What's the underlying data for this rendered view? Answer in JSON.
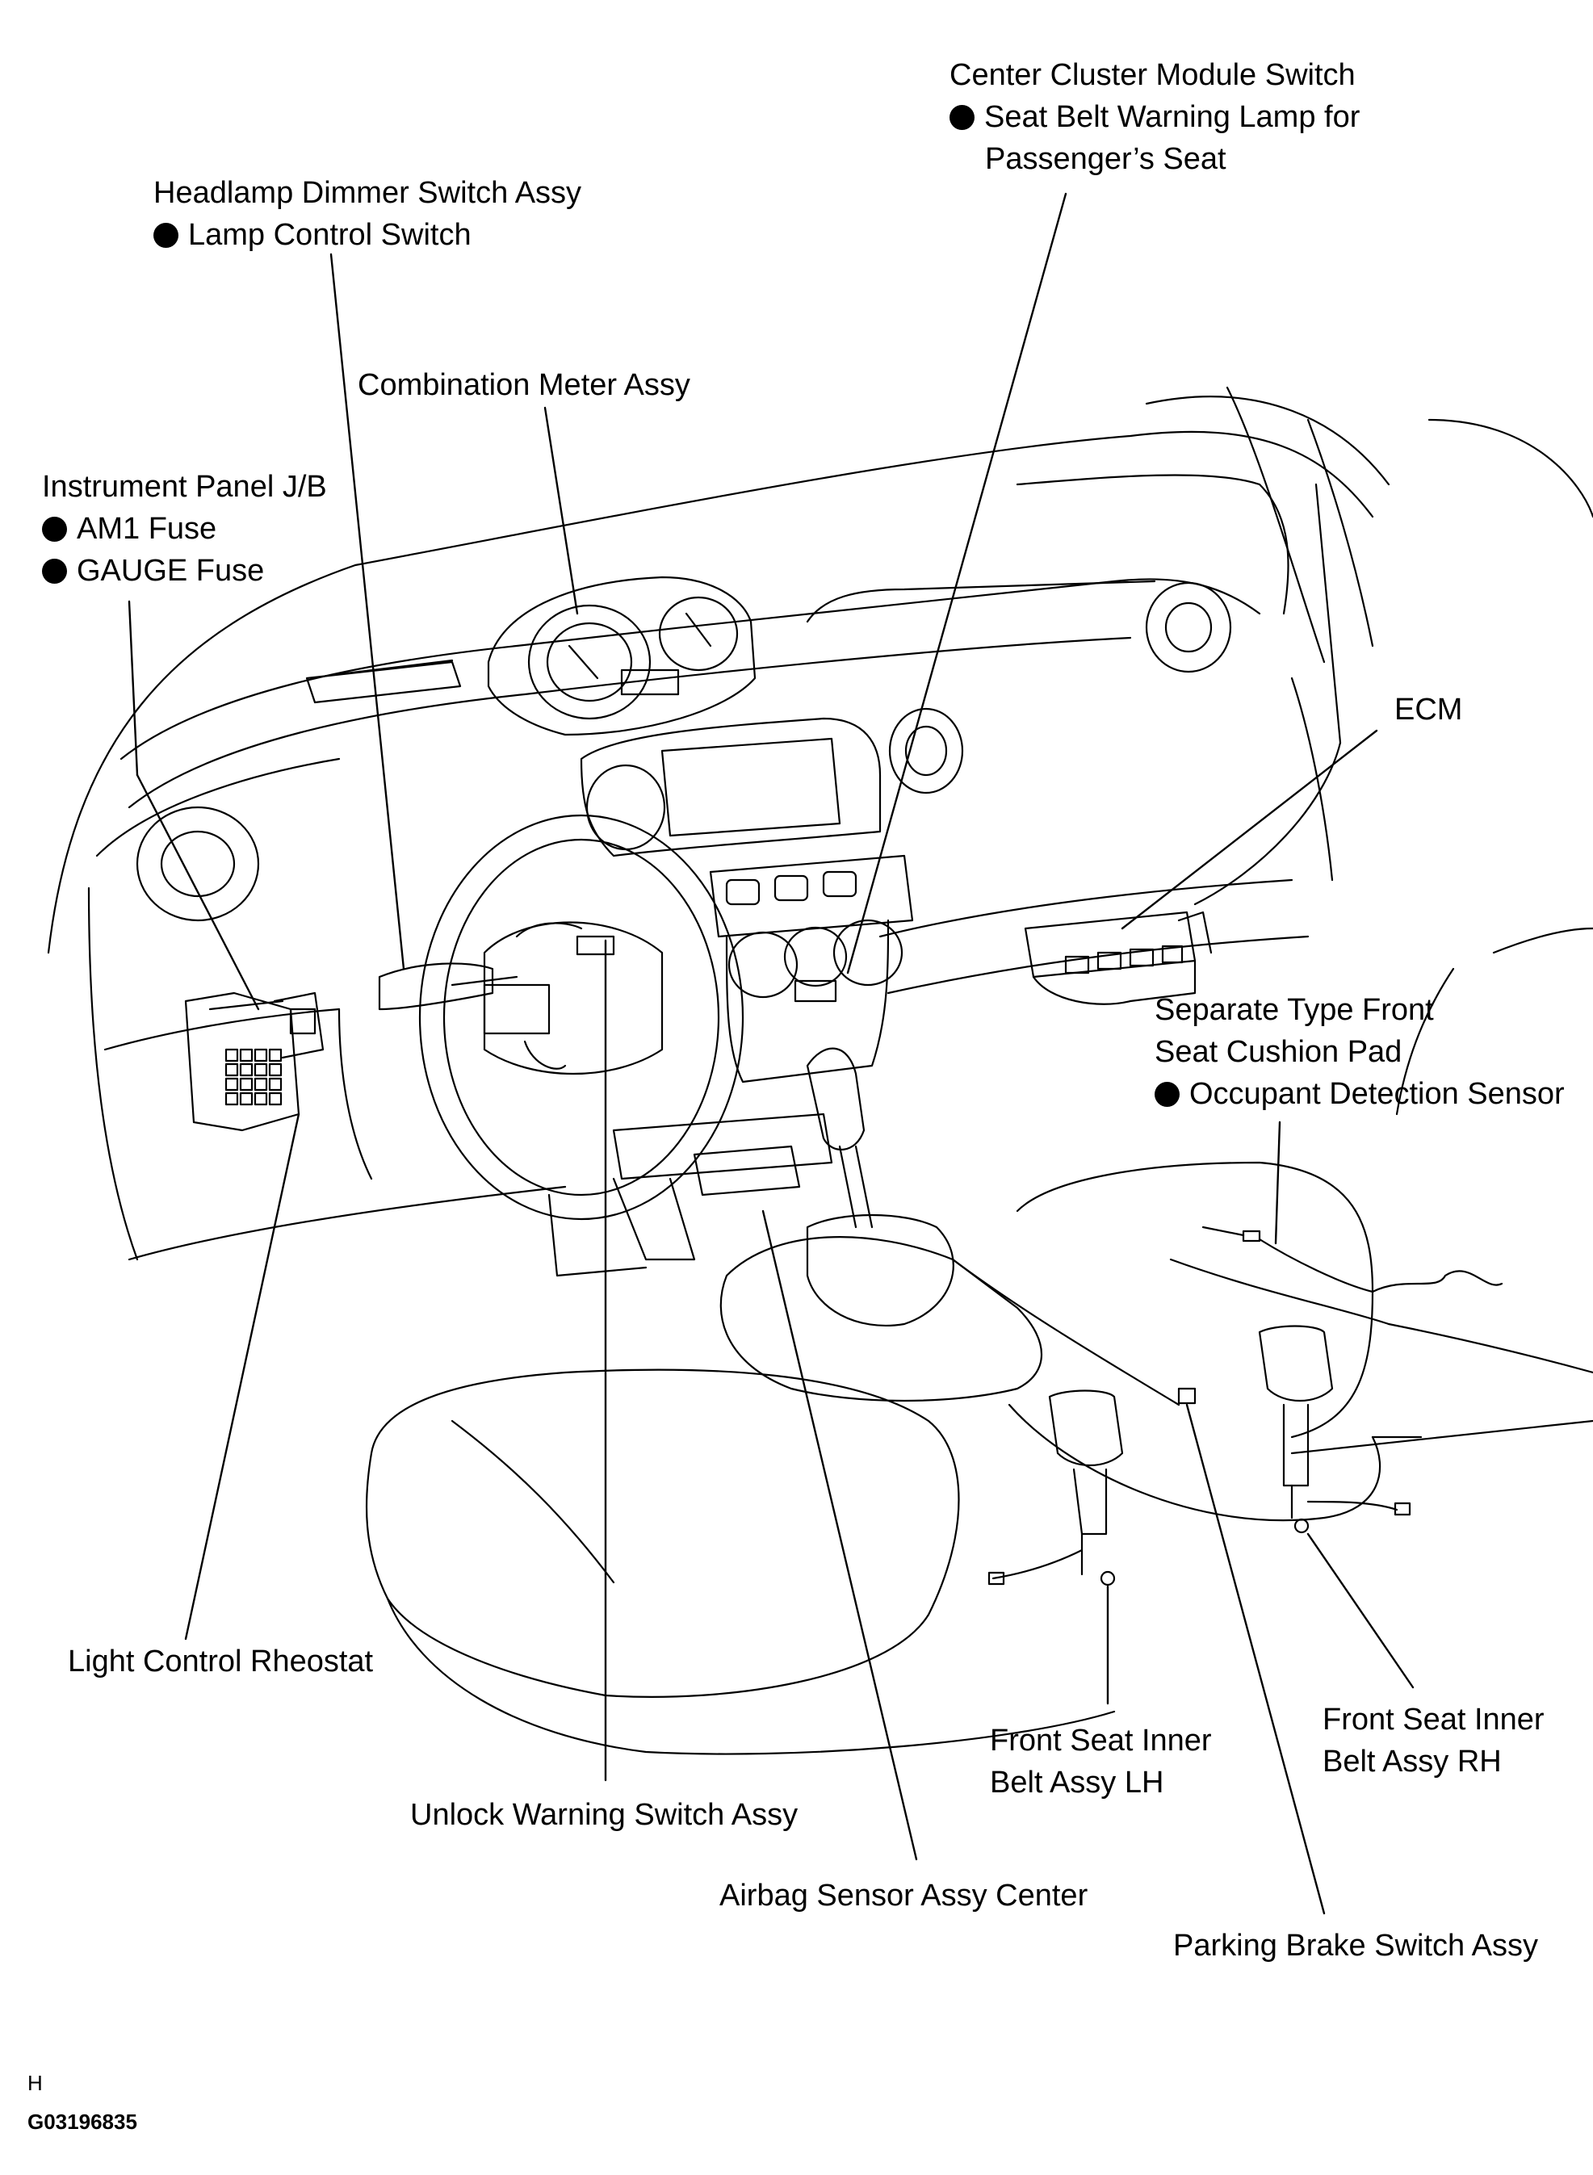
{
  "labels": {
    "center_cluster": {
      "title": "Center Cluster Module Switch",
      "bullet_line1": "Seat Belt Warning Lamp for",
      "bullet_line2": "Passenger’s Seat"
    },
    "headlamp_dimmer": {
      "title": "Headlamp Dimmer Switch Assy",
      "bullet": "Lamp Control Switch"
    },
    "combination_meter": "Combination Meter Assy",
    "instrument_panel_jb": {
      "title": "Instrument Panel J/B",
      "bullet1": "AM1 Fuse",
      "bullet2": "GAUGE Fuse"
    },
    "ecm": "ECM",
    "seat_cushion_pad": {
      "line1": "Separate Type Front",
      "line2": "Seat Cushion Pad",
      "bullet": "Occupant Detection Sensor"
    },
    "light_control_rheostat": "Light Control Rheostat",
    "front_belt_lh": {
      "line1": "Front Seat Inner",
      "line2": "Belt Assy LH"
    },
    "front_belt_rh": {
      "line1": "Front Seat Inner",
      "line2": "Belt Assy RH"
    },
    "unlock_warning": "Unlock Warning Switch Assy",
    "airbag_sensor": "Airbag Sensor Assy Center",
    "parking_brake": "Parking Brake Switch Assy"
  },
  "footer": {
    "letter": "H",
    "code": "G03196835"
  }
}
